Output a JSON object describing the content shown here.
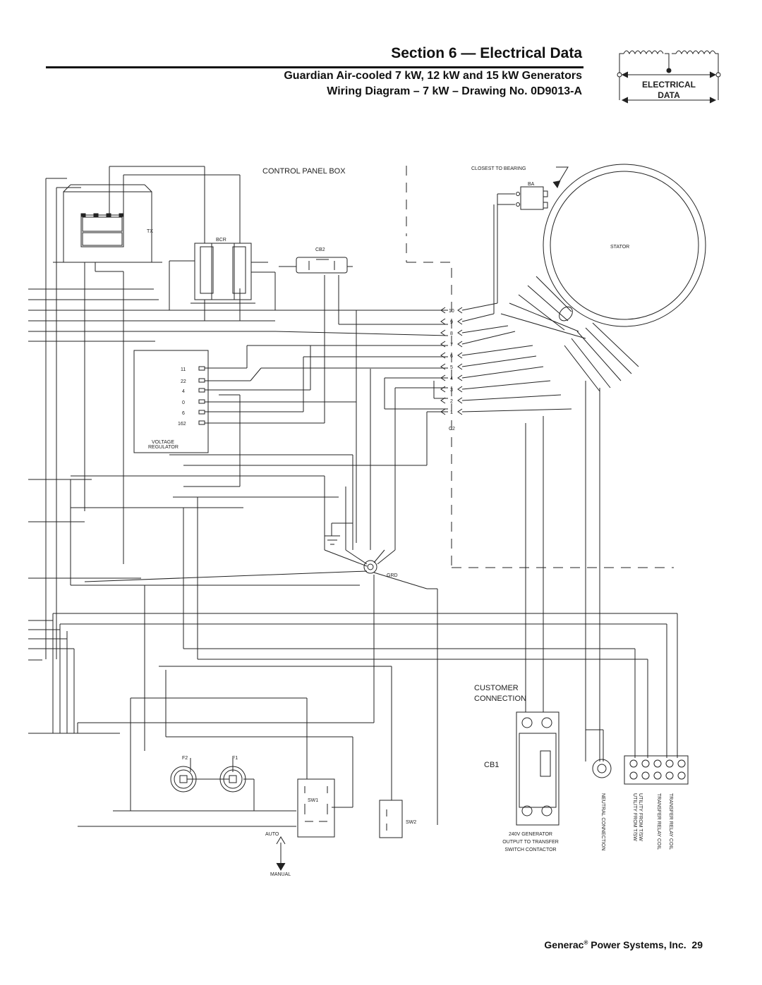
{
  "header": {
    "section_title": "Section 6 — Electrical Data",
    "subtitle_line1": "Guardian Air-cooled 7 kW, 12 kW and 15 kW Generators",
    "subtitle_line2": "Wiring Diagram – 7 kW – Drawing No. 0D9013-A"
  },
  "badge": {
    "line1": "ELECTRICAL",
    "line2": "DATA",
    "icon": "electrical-coil-icon"
  },
  "diagram": {
    "control_panel_box": "CONTROL PANEL BOX",
    "closest_to_bearing": "CLOSEST TO BEARING",
    "stator": "STATOR",
    "tx": "TX",
    "bcr": "BCR",
    "cb2": "CB2",
    "ba": "BA",
    "voltage_regulator_line1": "VOLTAGE",
    "voltage_regulator_line2": "REGULATOR",
    "c2": "C2",
    "grd": "GRD",
    "customer_connection_line1": "CUSTOMER",
    "customer_connection_line2": "CONNECTION",
    "cb1": "CB1",
    "sw1": "SW1",
    "sw2": "SW2",
    "f1": "F1",
    "f2": "F2",
    "auto": "AUTO",
    "manual": "MANUAL",
    "gen_output_line1": "240V GENERATOR",
    "gen_output_line2": "OUTPUT TO TRANSFER",
    "gen_output_line3": "SWITCH CONTACTOR",
    "vertical_labels": [
      "NEUTRAL CONNECTION",
      "UTILITY FROM T/SW",
      "UTILITY FROM T/SW",
      "TRANSFER RELAY COIL",
      "TRANSFER RELAY COIL"
    ],
    "regulator_terminals": [
      "11",
      "22",
      "4",
      "0",
      "6",
      "162"
    ],
    "connector_pins": [
      "10",
      "9",
      "8",
      "7",
      "6",
      "5",
      "4",
      "3",
      "2",
      "1"
    ]
  },
  "footer": {
    "company": "Generac",
    "reg": "®",
    "rest": " Power Systems, Inc.",
    "page": "29"
  }
}
